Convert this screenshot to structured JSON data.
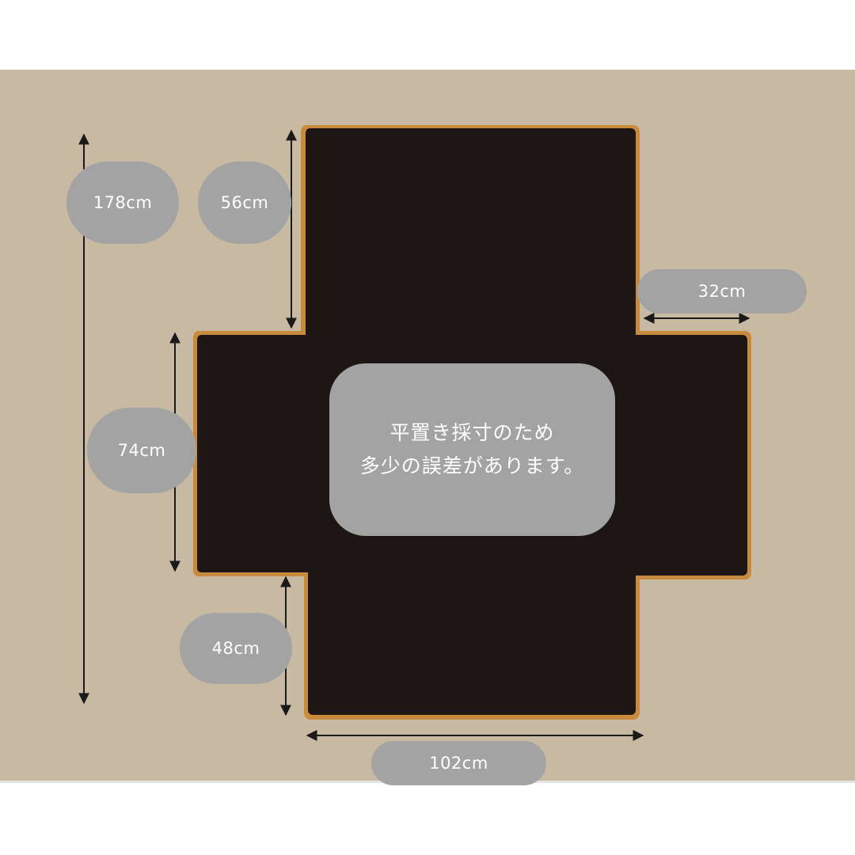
{
  "dimensions": {
    "total_length": "178cm",
    "top_section": "56cm",
    "side_flap": "32cm",
    "middle_section": "74cm",
    "bottom_section": "48cm",
    "width": "102cm"
  },
  "note": {
    "line1": "平置き採寸のため",
    "line2": "多少の誤差があります。"
  },
  "colors": {
    "background": "#c8b9a2",
    "mat": "#1e1614",
    "trim": "#c98a3c",
    "label_pill": "#a3a3a3",
    "arrow": "#1a1a1a"
  }
}
